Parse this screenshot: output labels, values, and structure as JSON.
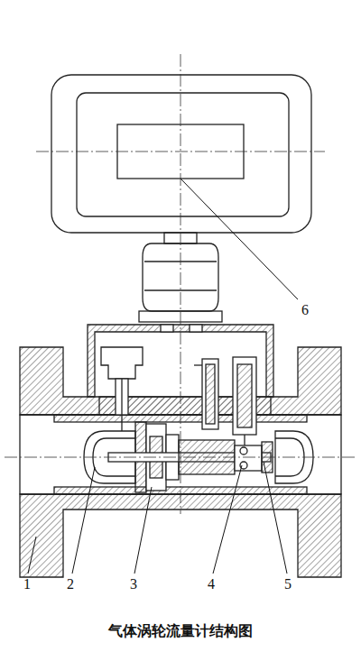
{
  "diagram": {
    "caption": "气体涡轮流量计结构图",
    "labels": [
      "1",
      "2",
      "3",
      "4",
      "5",
      "6"
    ]
  }
}
